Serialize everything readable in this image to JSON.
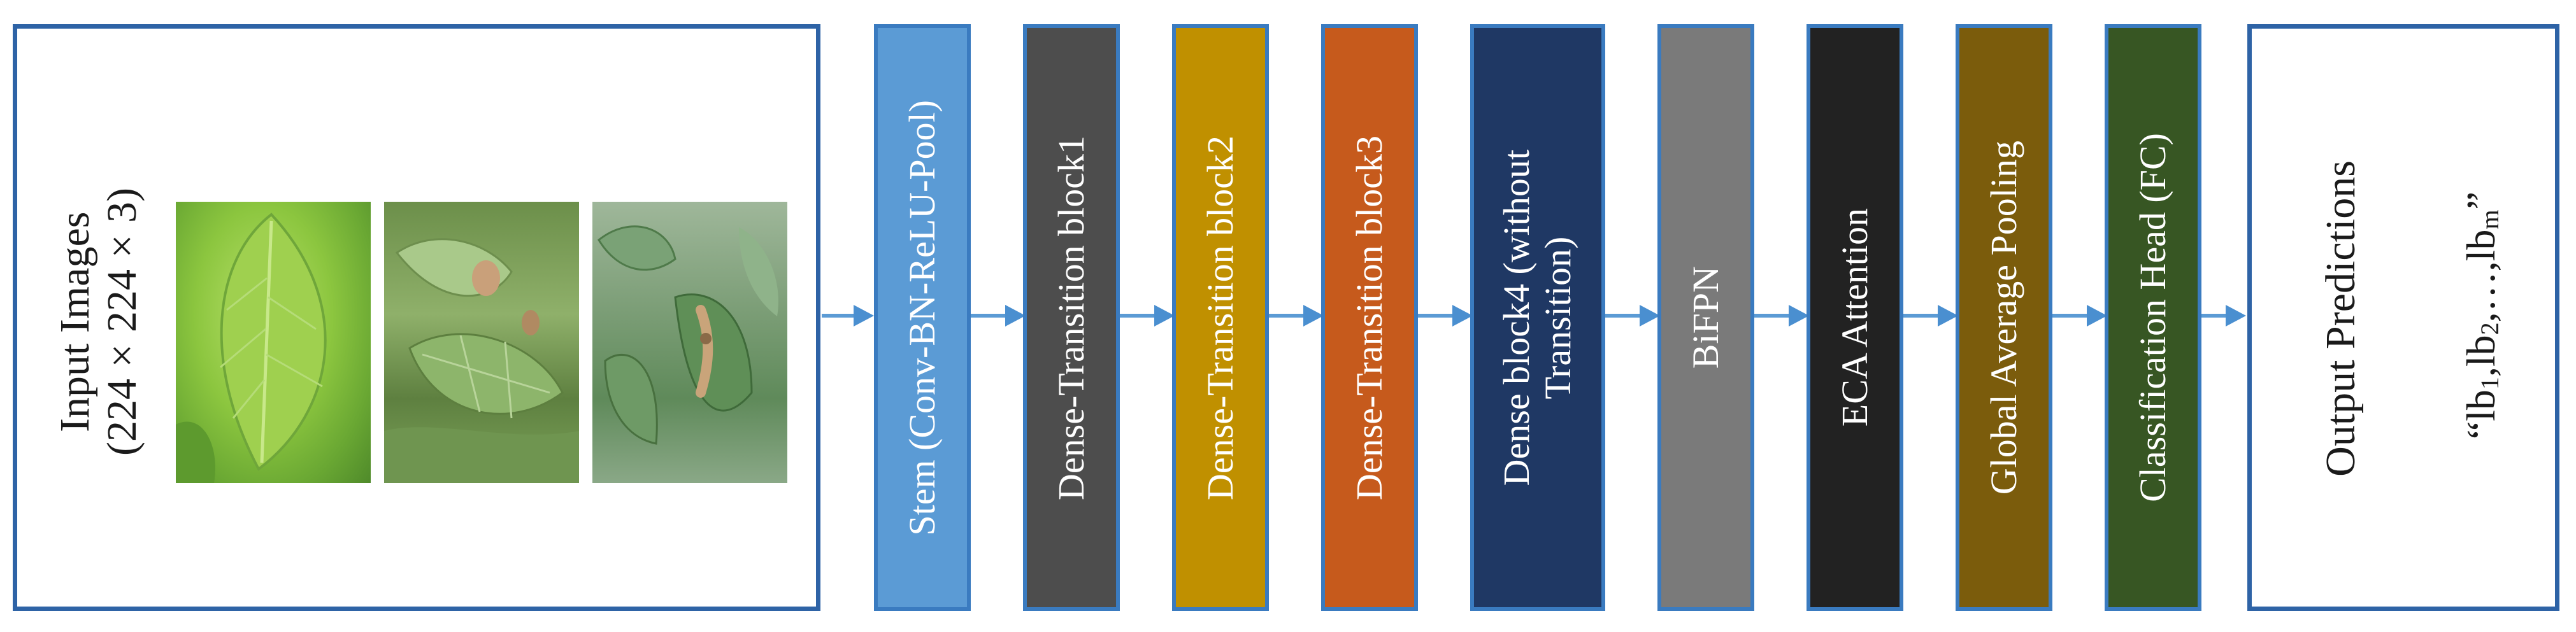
{
  "input": {
    "title": "Input Images",
    "size": "(224×224×3)",
    "images": [
      "leaf-image-1",
      "leaf-image-2",
      "leaf-image-3"
    ]
  },
  "blocks": [
    {
      "label": "Stem (Conv-BN-ReLU-Pool)",
      "color": "#5b9bd5"
    },
    {
      "label": "Dense-Transition block1",
      "color": "#4d4d4d"
    },
    {
      "label": "Dense-Transition block2",
      "color": "#c09000"
    },
    {
      "label": "Dense-Transition block3",
      "color": "#c65a1c"
    },
    {
      "label_line1": "Dense block4 (without",
      "label_line2": "Transition)",
      "color": "#1f3864"
    },
    {
      "label": "BiFPN",
      "color": "#7a7a7a"
    },
    {
      "label": "ECA Attention",
      "color": "#222222"
    },
    {
      "label": "Global Average Pooling",
      "color": "#7b5c0c"
    },
    {
      "label": "Classification Head  (FC)",
      "color": "#375623"
    }
  ],
  "output": {
    "title": "Output Predictions",
    "quote_open": "“",
    "lb": "lb",
    "sub1": "1",
    "sub2": "2",
    "subm": "m",
    "sep": ",",
    "ellipsis": ",…,",
    "quote_close": "”"
  }
}
